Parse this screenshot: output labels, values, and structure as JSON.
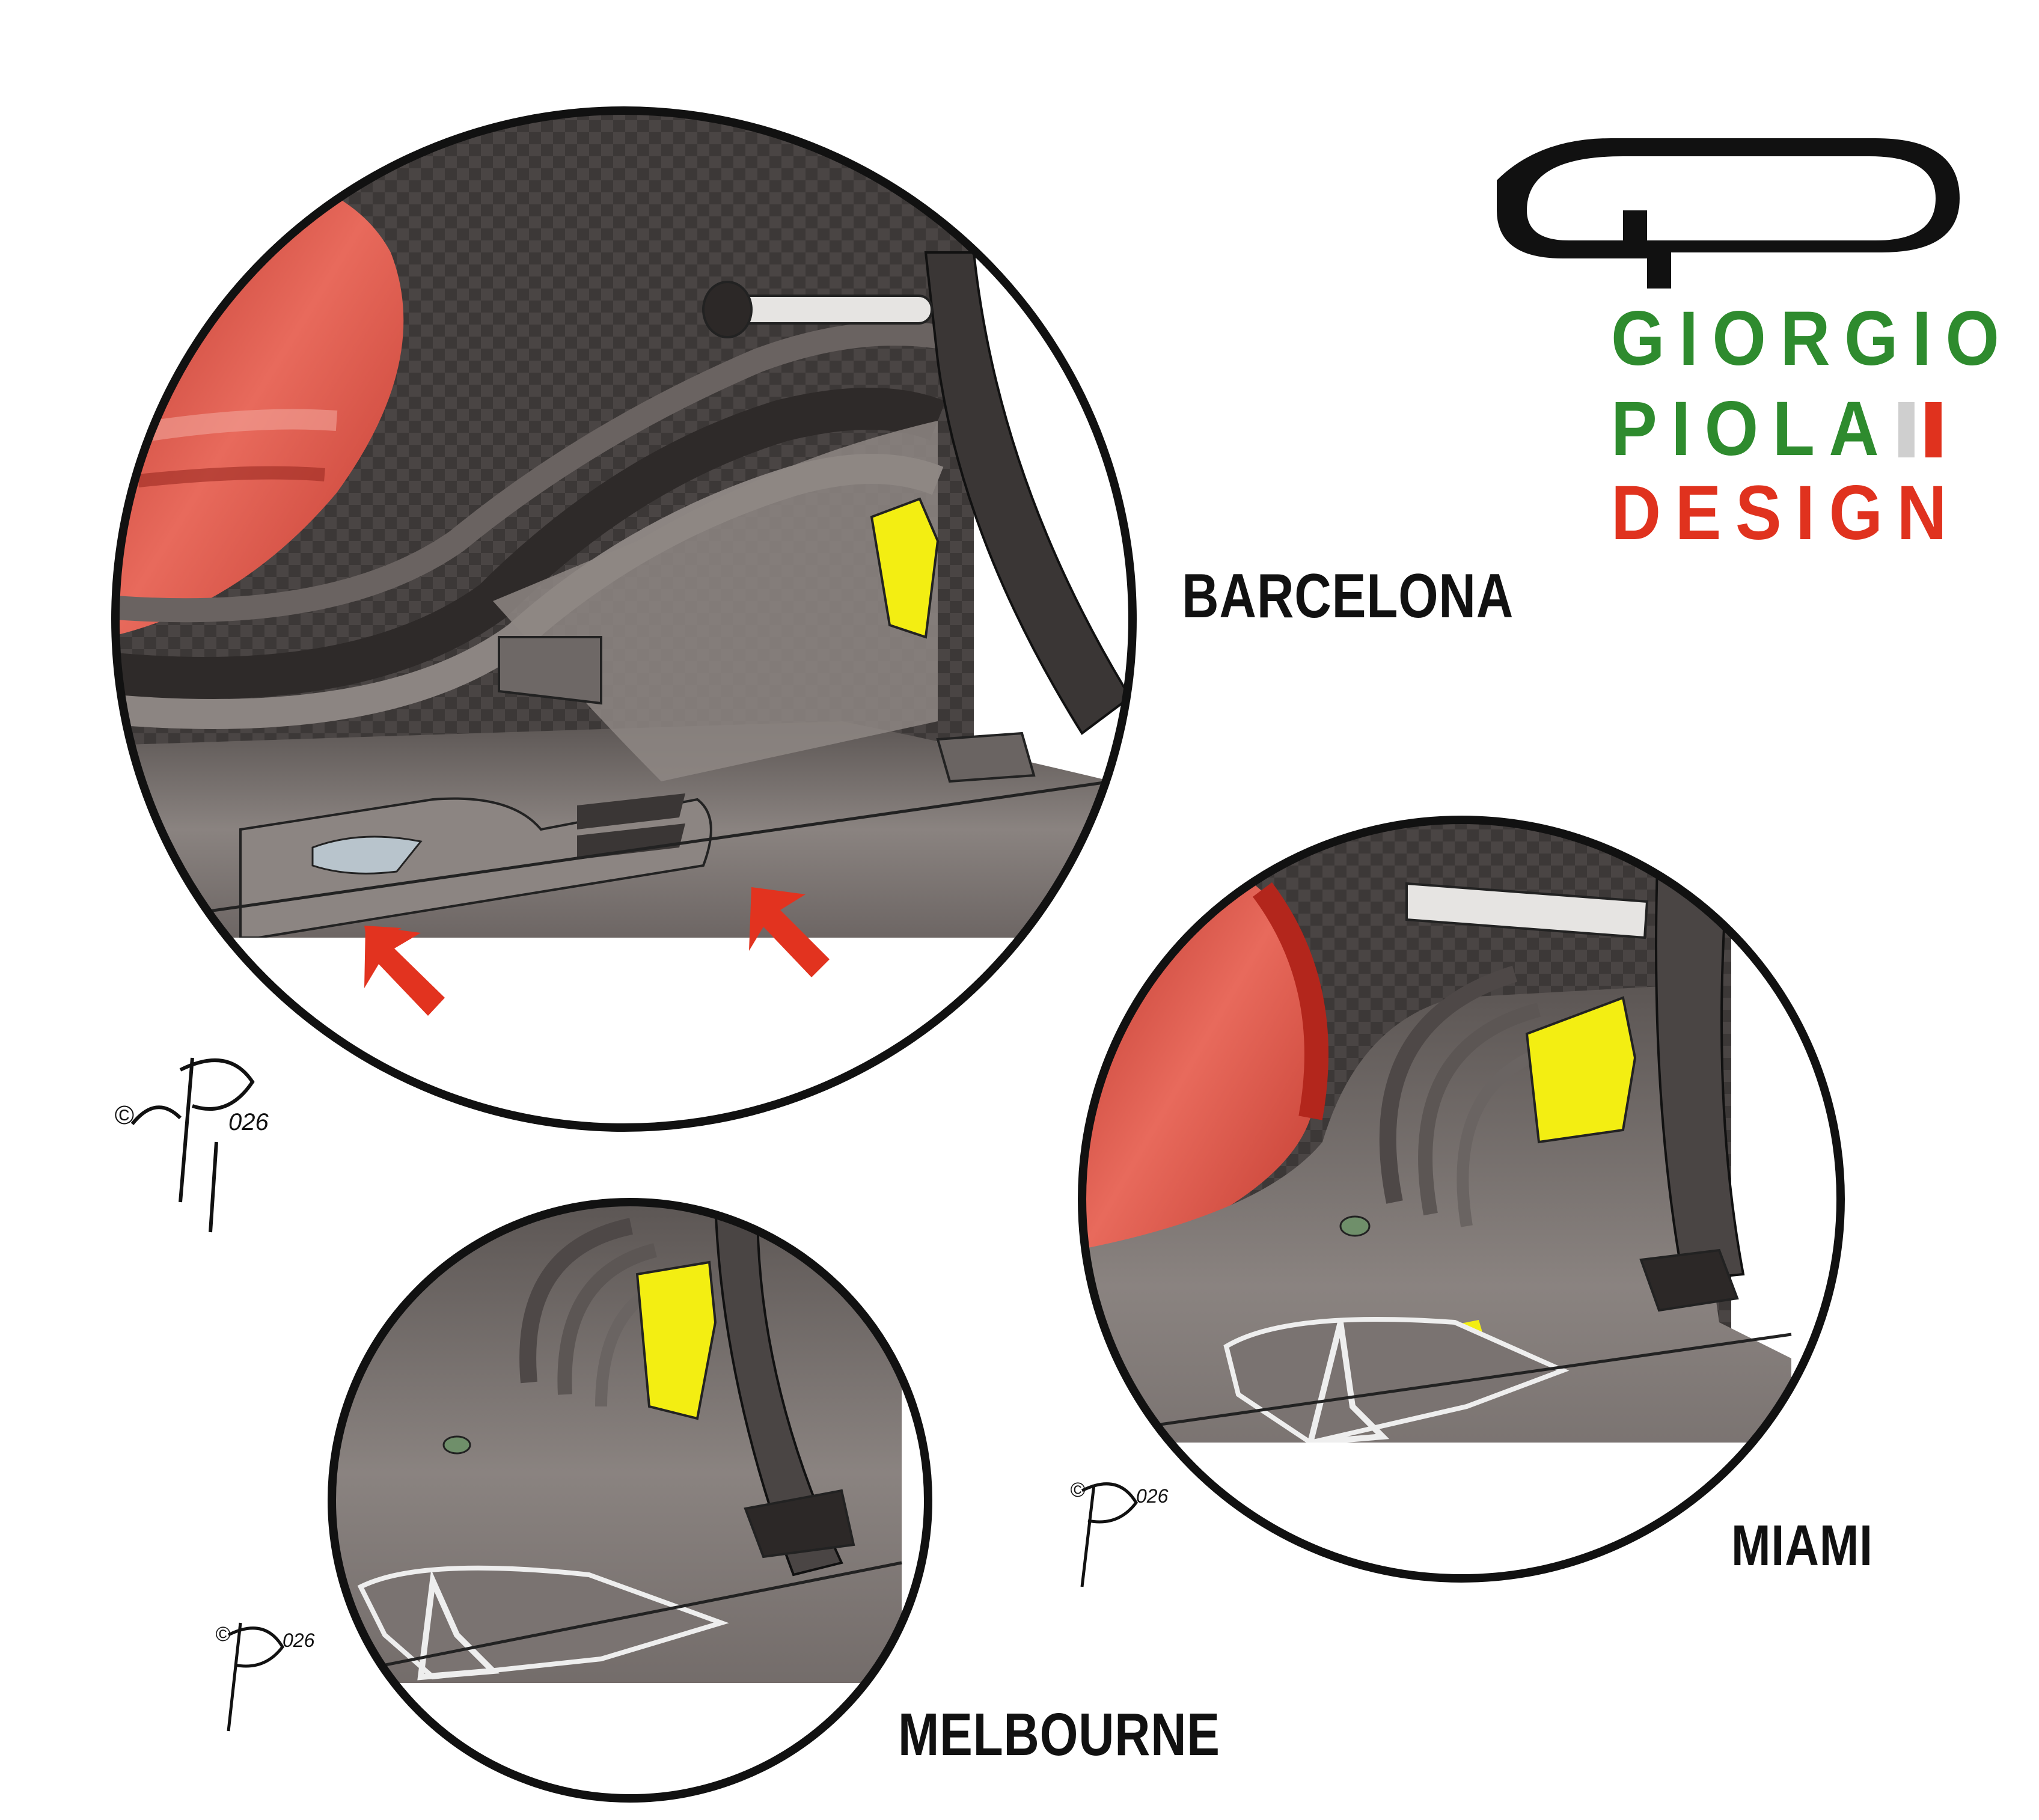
{
  "logo": {
    "line1": "GIORGIO",
    "line2": "PIOLA",
    "line3": "DESIGN",
    "green": "#2e8b2e",
    "red": "#e0321e",
    "mark": "gp-monogram-icon"
  },
  "panels": {
    "barcelona": {
      "label": "BARCELONA"
    },
    "miami": {
      "label": "MIAMI"
    },
    "melbourne": {
      "label": "MELBOURNE"
    }
  },
  "colors": {
    "floor": "#7d7673",
    "floor_dark": "#4a4544",
    "bodywork_red": "#d94a3f",
    "highlight_yellow": "#f3ee12",
    "arrow_red": "#e2331f",
    "outline": "#111111"
  },
  "annotations": {
    "arrows": [
      "arrow-icon",
      "arrow-icon"
    ],
    "signature": "artist-signature"
  }
}
